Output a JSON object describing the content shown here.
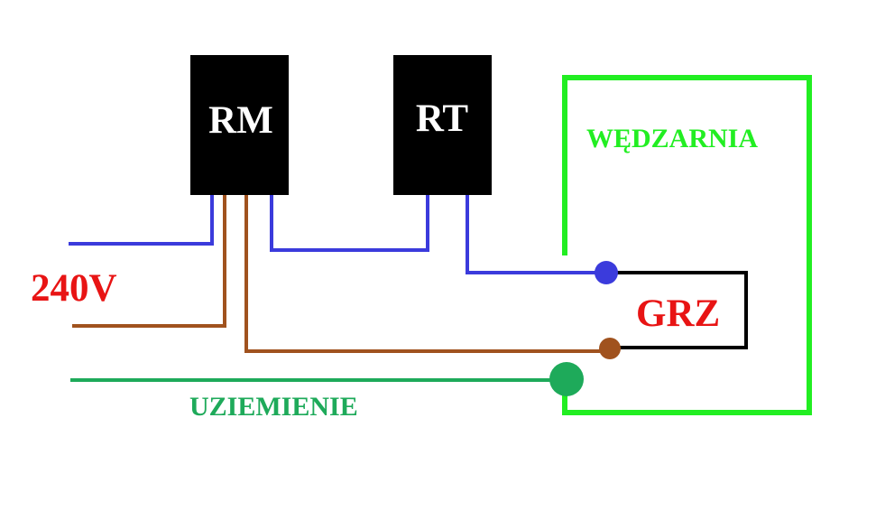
{
  "diagram": {
    "boxes": {
      "rm": "RM",
      "rt": "RT",
      "grz": "GRZ"
    },
    "labels": {
      "voltage": "240V",
      "ground": "UZIEMIENIE",
      "enclosure": "WĘDZARNIA"
    },
    "colors": {
      "blue_wire": "#3b3bdc",
      "brown_wire": "#a0521e",
      "green_wire": "#1eaa5a",
      "enclosure": "#22ee22",
      "box_fill": "#000000",
      "box_text": "#ffffff",
      "red_text": "#e81414",
      "ground_text": "#1eaa5a",
      "enclosure_text": "#22ee22"
    }
  }
}
